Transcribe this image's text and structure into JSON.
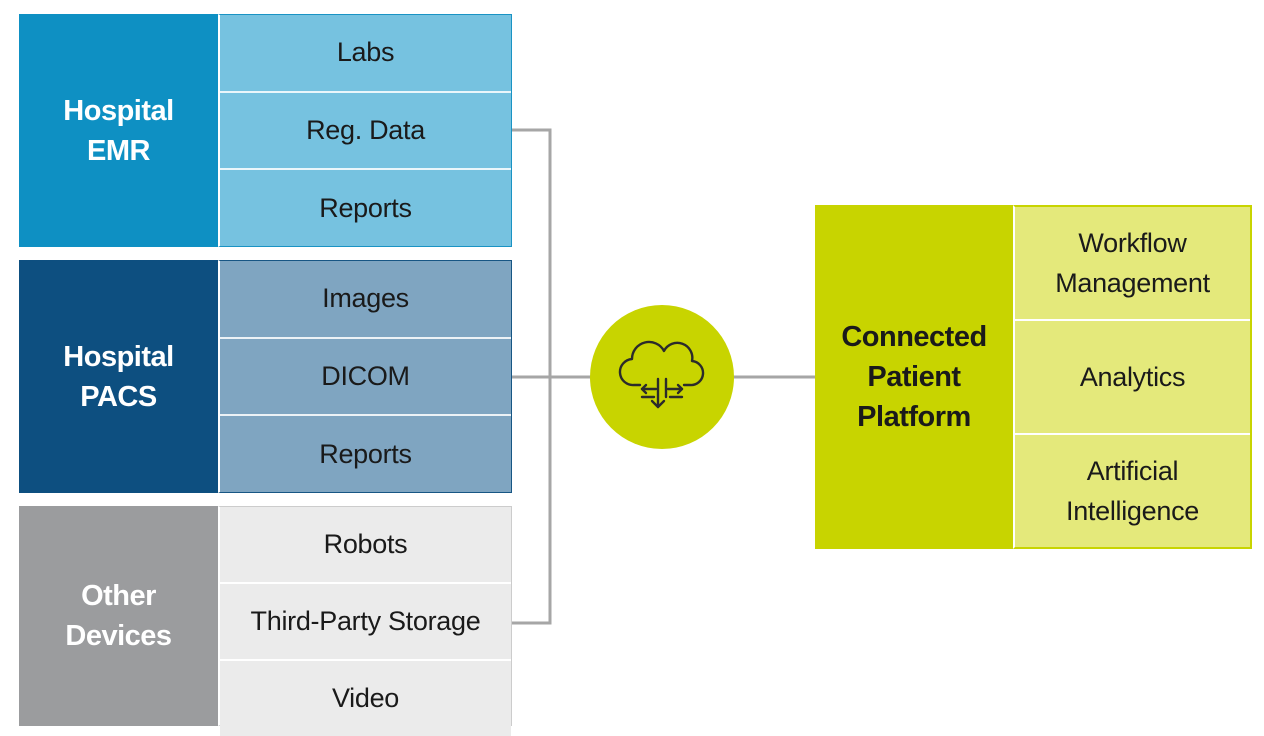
{
  "sources": [
    {
      "id": "g-emr",
      "title": "Hospital\nEMR",
      "items": [
        "Labs",
        "Reg. Data",
        "Reports"
      ]
    },
    {
      "id": "g-pacs",
      "title": "Hospital\nPACS",
      "items": [
        "Images",
        "DICOM",
        "Reports"
      ]
    },
    {
      "id": "g-other",
      "title": "Other\nDevices",
      "items": [
        "Robots",
        "Third-Party Storage",
        "Video"
      ]
    }
  ],
  "hub": {
    "icon": "cloud-sync-icon"
  },
  "platform": {
    "title": "Connected\nPatient\nPlatform",
    "items": [
      "Workflow\nManagement",
      "Analytics",
      "Artificial\nIntelligence"
    ]
  },
  "colors": {
    "emr_dark": "#0e90c3",
    "emr_light": "#76c2e0",
    "pacs_dark": "#0d4f80",
    "pacs_light": "#7fa5c1",
    "other_dark": "#9b9c9e",
    "other_light": "#ebebeb",
    "platform_dark": "#c8d400",
    "platform_light": "#e4e97b",
    "connector": "#a6a6a6"
  }
}
